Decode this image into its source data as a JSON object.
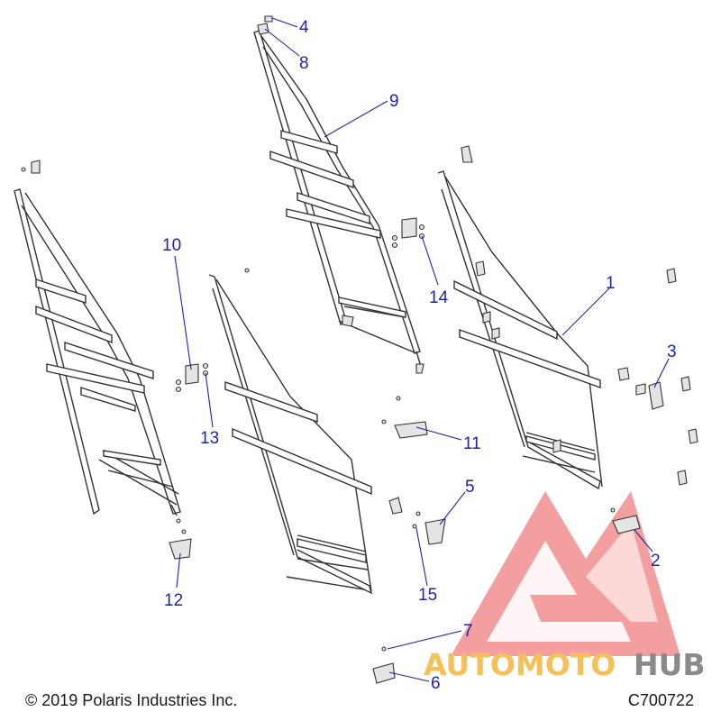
{
  "callouts": [
    {
      "id": "c1",
      "text": "1"
    },
    {
      "id": "c2",
      "text": "2"
    },
    {
      "id": "c3",
      "text": "3"
    },
    {
      "id": "c4",
      "text": "4"
    },
    {
      "id": "c5",
      "text": "5"
    },
    {
      "id": "c6",
      "text": "6"
    },
    {
      "id": "c7",
      "text": "7"
    },
    {
      "id": "c8",
      "text": "8"
    },
    {
      "id": "c9",
      "text": "9"
    },
    {
      "id": "c10",
      "text": "10"
    },
    {
      "id": "c11",
      "text": "11"
    },
    {
      "id": "c12",
      "text": "12"
    },
    {
      "id": "c13",
      "text": "13"
    },
    {
      "id": "c14",
      "text": "14"
    },
    {
      "id": "c15",
      "text": "15"
    }
  ],
  "footer": {
    "copyright": "© 2019 Polaris Industries Inc.",
    "drawing_id": "C700722"
  },
  "watermark": {
    "brand_part1": "AUTOMOTO",
    "brand_part2": "HUB",
    "colors": {
      "triangle": "#f08080",
      "part1": "#f5c05a",
      "part2": "#8a8a8a"
    }
  },
  "colors": {
    "callout": "#1f1fb4",
    "line": "#333333"
  }
}
